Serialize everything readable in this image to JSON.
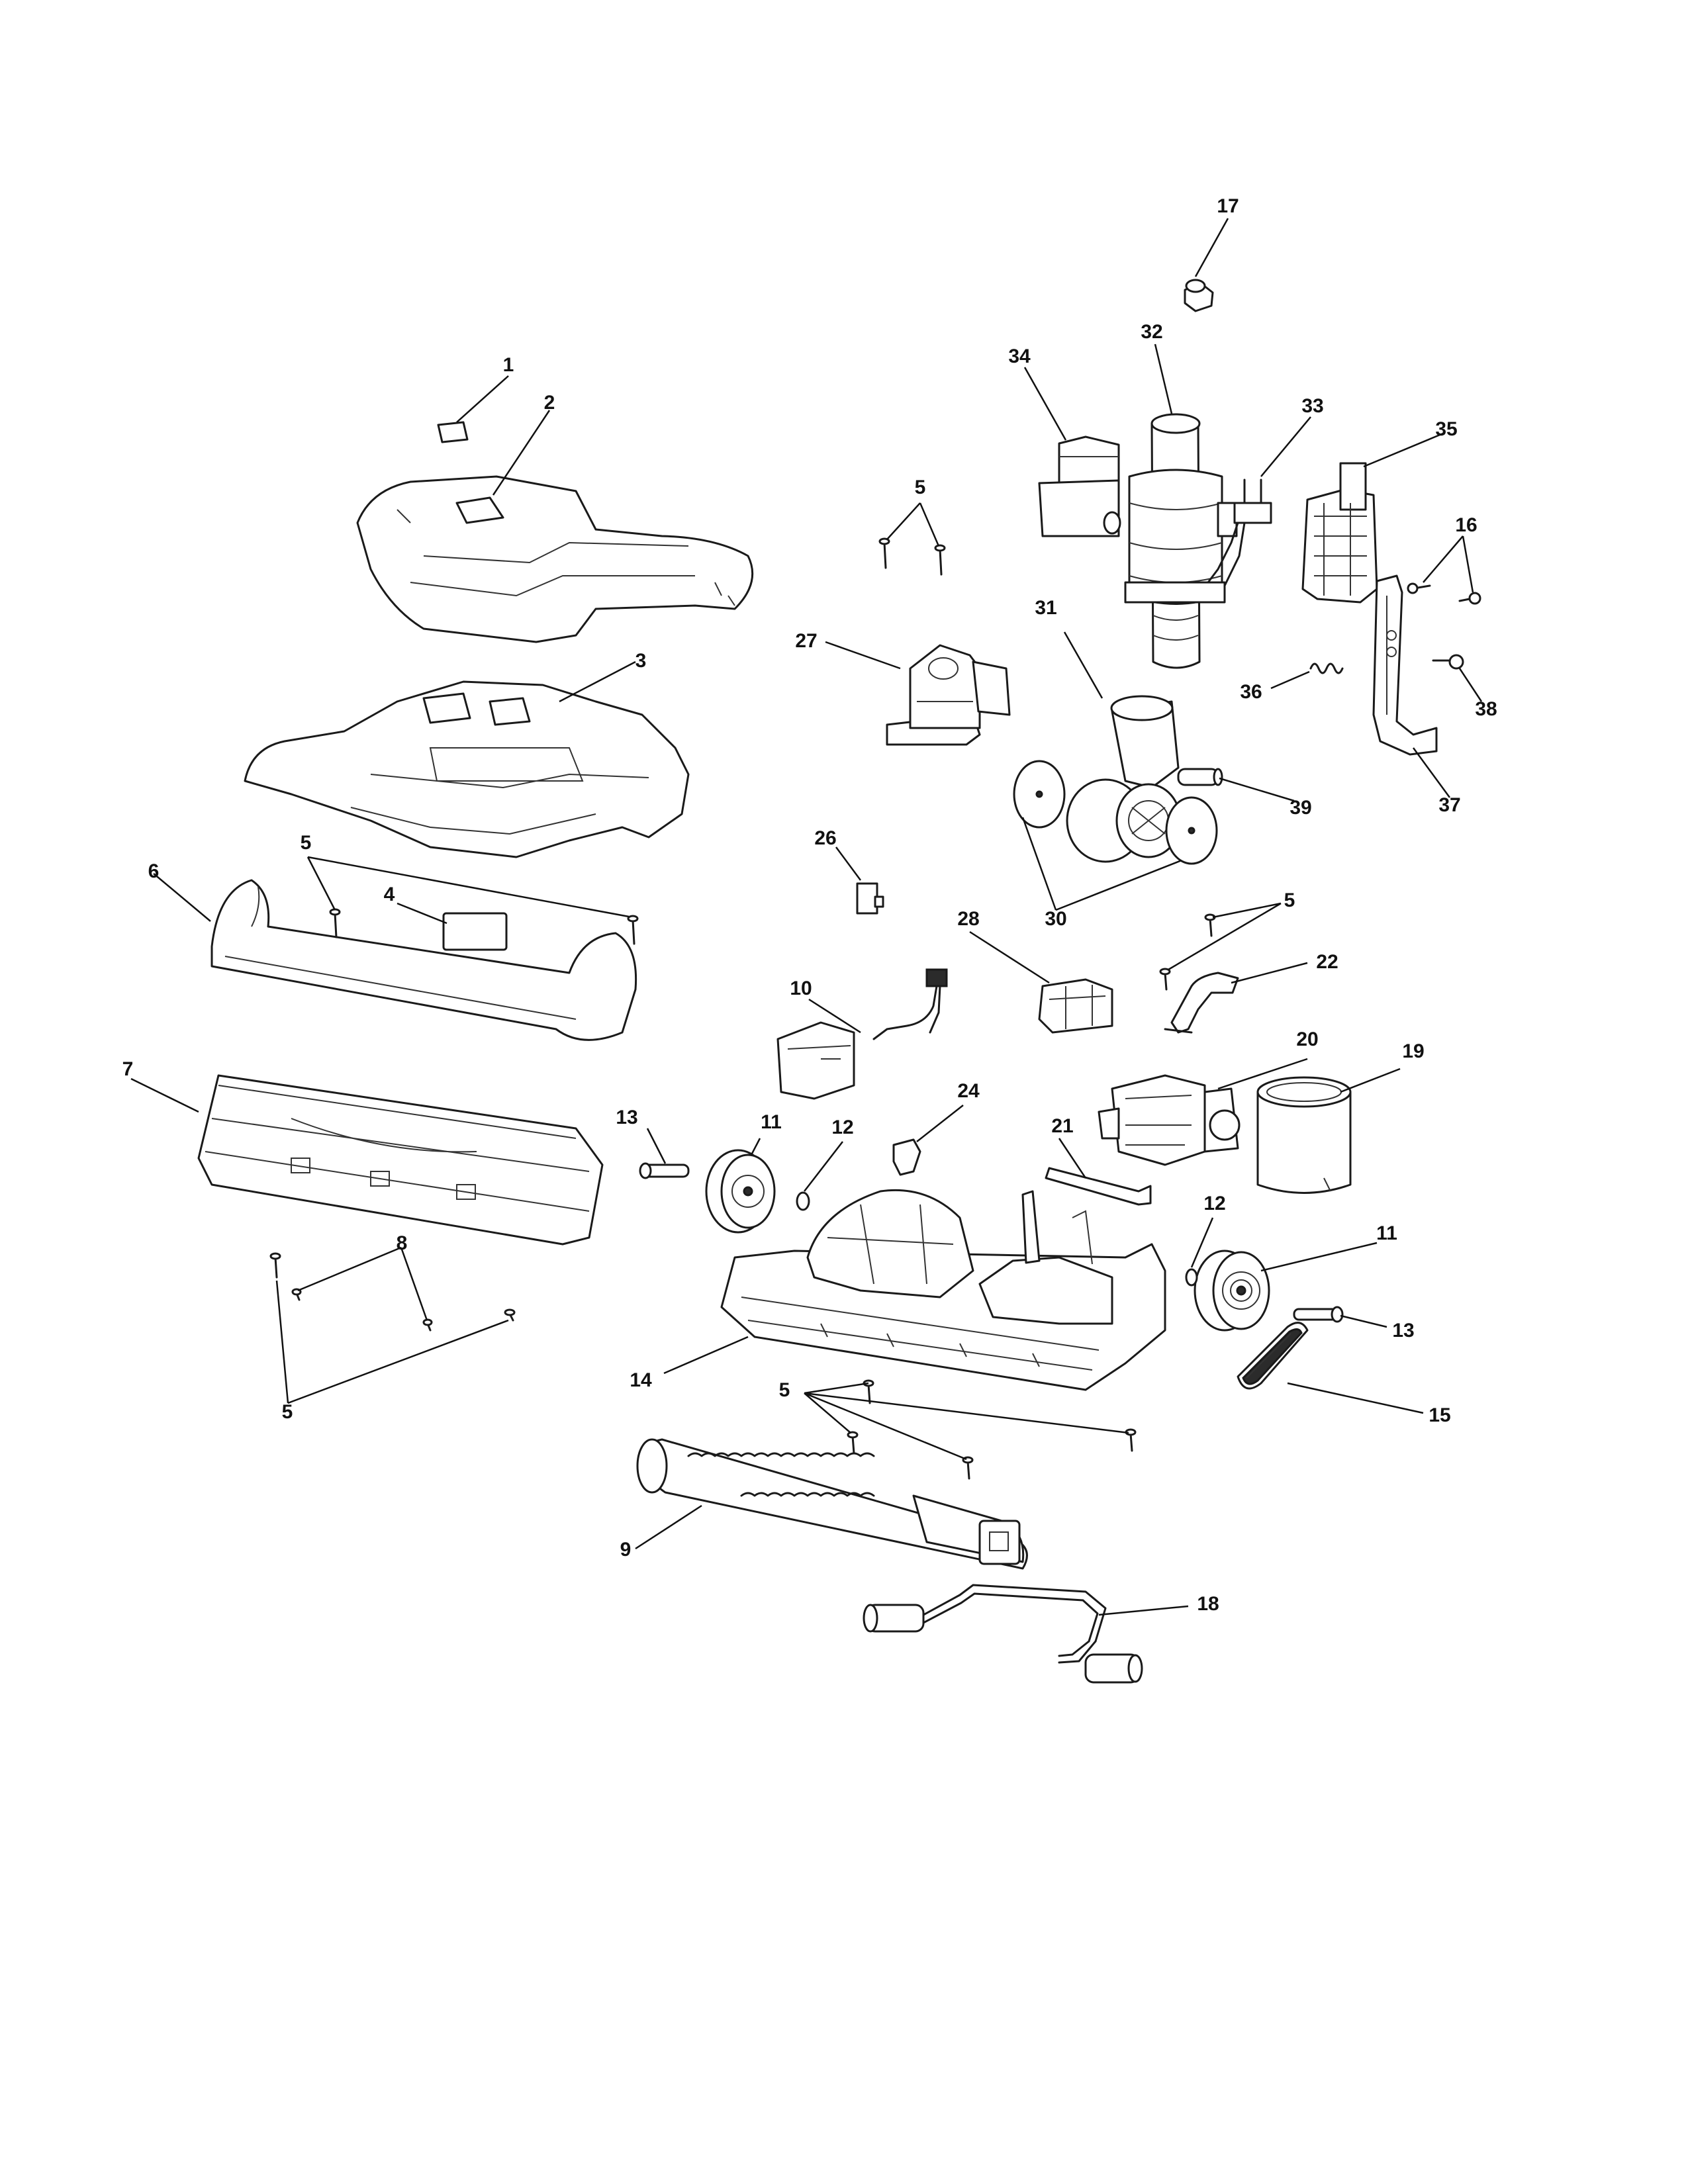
{
  "diagram": {
    "parts": [
      {
        "id": "belt-cover-door",
        "callout": "1"
      },
      {
        "id": "upper-hood",
        "callout": "2"
      },
      {
        "id": "lower-hood",
        "callout": "3"
      },
      {
        "id": "filter-pad",
        "callout": "4"
      },
      {
        "id": "screw",
        "callout": "5"
      },
      {
        "id": "bumper",
        "callout": "6"
      },
      {
        "id": "nozzle-cover",
        "callout": "7"
      },
      {
        "id": "small-screw",
        "callout": "8"
      },
      {
        "id": "brushroll",
        "callout": "9"
      },
      {
        "id": "switch-assembly",
        "callout": "10"
      },
      {
        "id": "rear-wheel",
        "callout": "11"
      },
      {
        "id": "wheel-washer",
        "callout": "12"
      },
      {
        "id": "axle",
        "callout": "13"
      },
      {
        "id": "base",
        "callout": "14"
      },
      {
        "id": "belt",
        "callout": "15"
      },
      {
        "id": "handle-screw",
        "callout": "16"
      },
      {
        "id": "bleed-valve-cap",
        "callout": "17"
      },
      {
        "id": "height-adjust-rod",
        "callout": "18"
      },
      {
        "id": "motor-sleeve",
        "callout": "19"
      },
      {
        "id": "motor",
        "callout": "20"
      },
      {
        "id": "hose-tube",
        "callout": "21"
      },
      {
        "id": "motor-strap",
        "callout": "22"
      },
      {
        "id": "clip",
        "callout": "24"
      },
      {
        "id": "pedal-latch",
        "callout": "26"
      },
      {
        "id": "pedal-bracket",
        "callout": "27"
      },
      {
        "id": "release-latch",
        "callout": "28"
      },
      {
        "id": "side-caps",
        "callout": "30"
      },
      {
        "id": "swivel-neck",
        "callout": "31"
      },
      {
        "id": "suction-tube",
        "callout": "32"
      },
      {
        "id": "power-terminal",
        "callout": "33"
      },
      {
        "id": "tube-coupler",
        "callout": "34"
      },
      {
        "id": "wire-housing",
        "callout": "35"
      },
      {
        "id": "spring",
        "callout": "36"
      },
      {
        "id": "cord-wrap-lever",
        "callout": "37"
      },
      {
        "id": "rivet",
        "callout": "38"
      },
      {
        "id": "roller",
        "callout": "39"
      }
    ]
  }
}
